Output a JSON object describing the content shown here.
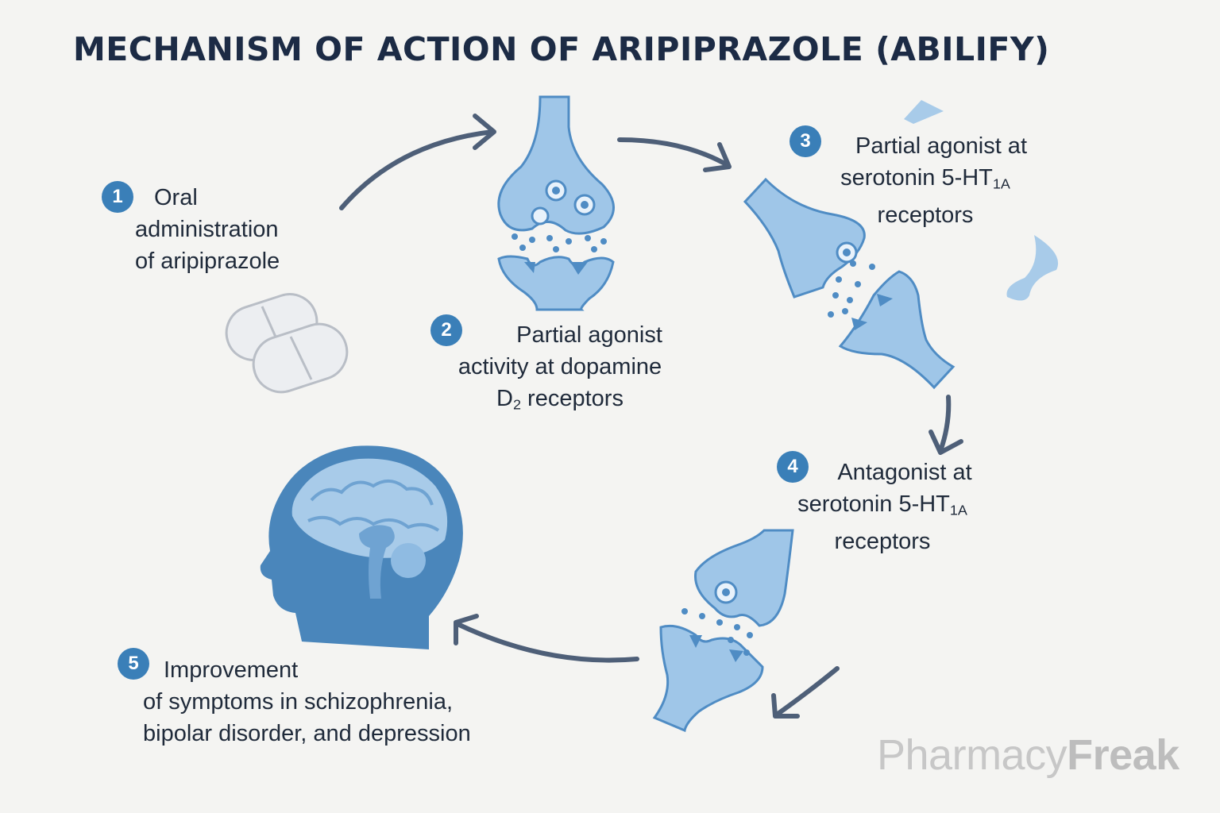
{
  "title": "MECHANISM OF ACTION OF ARIPIPRAZOLE (ABILIFY)",
  "steps": [
    {
      "number": "1",
      "lines": [
        "Oral",
        "administration",
        "of aripiprazole"
      ]
    },
    {
      "number": "2",
      "line1": "Partial agonist",
      "line2": "activity at dopamine",
      "line3_main": "D",
      "line3_sub": "2",
      "line3_rest": " receptors"
    },
    {
      "number": "3",
      "line1": "Partial agonist at",
      "line2_main": "serotonin 5-HT",
      "line2_sub": "1A",
      "line3": "receptors"
    },
    {
      "number": "4",
      "line1": "Antagonist at",
      "line2_main": "serotonin 5-HT",
      "line2_sub": "1A",
      "line3": "receptors"
    },
    {
      "number": "5",
      "lines": [
        "Improvement",
        "of symptoms in schizophrenia,",
        "bipolar disorder, and depression"
      ]
    }
  ],
  "brand": {
    "part1": "Pharmacy",
    "part2": "Freak"
  },
  "colors": {
    "accent": "#3a7fb8",
    "neuron_fill": "#9fc6e8",
    "neuron_stroke": "#4f8cc4",
    "head": "#4a86bb",
    "arrow": "#4e5f78",
    "title": "#1c2b45"
  },
  "icons": [
    "pill-icon",
    "synapse-icon",
    "brain-head-icon",
    "arrow-icon"
  ]
}
